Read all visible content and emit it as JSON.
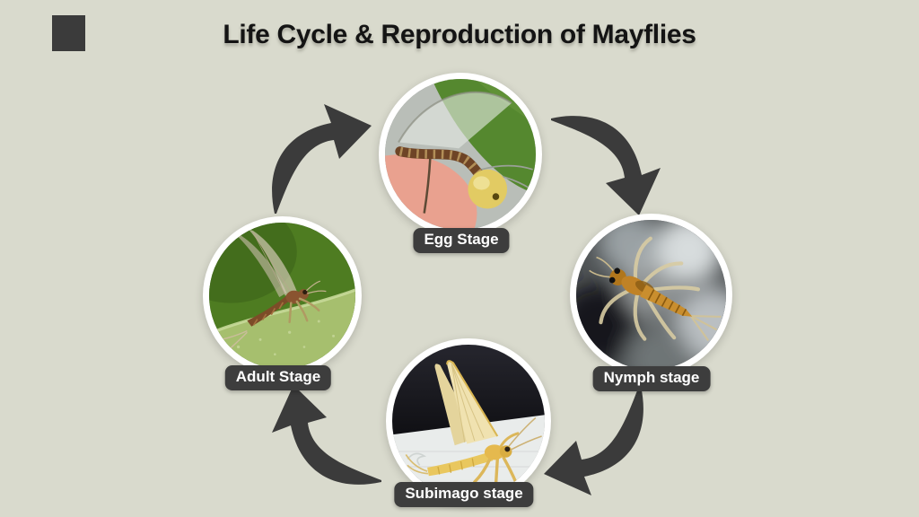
{
  "title": "Life Cycle & Reproduction of Mayflies",
  "stages": [
    {
      "id": "egg",
      "label": "Egg Stage",
      "photo": "mayfly-with-yellow-egg-ball"
    },
    {
      "id": "nymph",
      "label": "Nymph stage",
      "photo": "aquatic-mayfly-nymph"
    },
    {
      "id": "subimago",
      "label": "Subimago stage",
      "photo": "pale-winged-subimago"
    },
    {
      "id": "adult",
      "label": "Adult Stage",
      "photo": "adult-mayfly-on-green-leaf"
    }
  ],
  "arrows": [
    {
      "from": "adult",
      "to": "egg"
    },
    {
      "from": "egg",
      "to": "nymph"
    },
    {
      "from": "nymph",
      "to": "subimago"
    },
    {
      "from": "subimago",
      "to": "adult"
    }
  ],
  "colors": {
    "background": "#d9dacd",
    "dark_accent": "#3b3b3b",
    "label_background": "#3d3d3d",
    "label_text": "#ffffff",
    "title_text": "#141414",
    "circle_border": "#ffffff"
  }
}
